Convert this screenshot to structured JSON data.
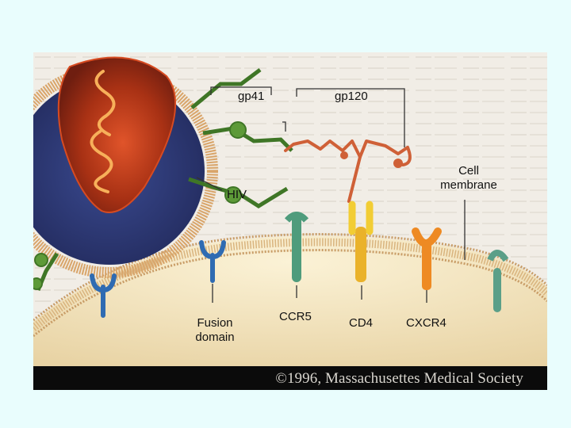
{
  "labels": {
    "gp41": "gp41",
    "gp120": "gp120",
    "hiv": "HIV",
    "cell_membrane_line1": "Cell",
    "cell_membrane_line2": "membrane",
    "fusion_line1": "Fusion",
    "fusion_line2": "domain",
    "ccr5": "CCR5",
    "cd4": "CD4",
    "cxcr4": "CXCR4"
  },
  "copyright": "©1996, Massachusettes Medical Society",
  "colors": {
    "page_background": "#e9fdfd",
    "frame": "#000000",
    "virus_envelope": "#2f3a78",
    "virus_core": "#b23a14",
    "rna": "#f5a64a",
    "cell_cytoplasm": "#f3e6c2",
    "membrane": "#c9a06c",
    "gp41": "#5e9a3a",
    "gp120": "#d0653c",
    "receptor_blue": "#3c7cc4",
    "ccr5": "#4f9c7c",
    "cd4": "#f0c531",
    "cxcr4": "#ef8a25"
  }
}
